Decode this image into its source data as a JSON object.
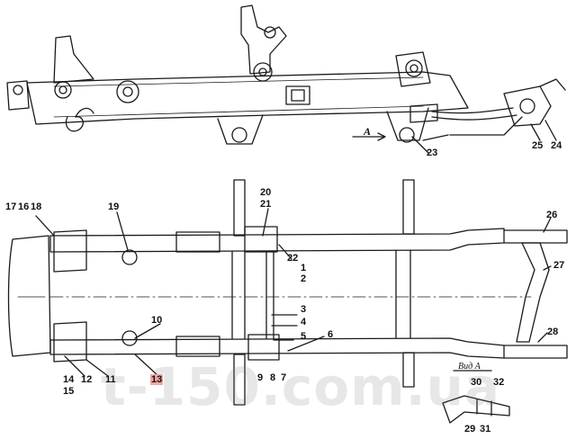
{
  "diagram": {
    "callouts": [
      {
        "id": "c23",
        "text": "23"
      },
      {
        "id": "c25",
        "text": "25"
      },
      {
        "id": "c24",
        "text": "24"
      },
      {
        "id": "c17",
        "text": "17"
      },
      {
        "id": "c16",
        "text": "16"
      },
      {
        "id": "c18",
        "text": "18"
      },
      {
        "id": "c19",
        "text": "19"
      },
      {
        "id": "c20",
        "text": "20"
      },
      {
        "id": "c21",
        "text": "21"
      },
      {
        "id": "c22",
        "text": "22"
      },
      {
        "id": "c1",
        "text": "1"
      },
      {
        "id": "c2",
        "text": "2"
      },
      {
        "id": "c3",
        "text": "3"
      },
      {
        "id": "c4",
        "text": "4"
      },
      {
        "id": "c5",
        "text": "5"
      },
      {
        "id": "c6",
        "text": "6"
      },
      {
        "id": "c10",
        "text": "10"
      },
      {
        "id": "c26",
        "text": "26"
      },
      {
        "id": "c27",
        "text": "27"
      },
      {
        "id": "c28",
        "text": "28"
      },
      {
        "id": "c14",
        "text": "14"
      },
      {
        "id": "c15",
        "text": "15"
      },
      {
        "id": "c12",
        "text": "12"
      },
      {
        "id": "c11",
        "text": "11"
      },
      {
        "id": "c13",
        "text": "13",
        "highlight": true
      },
      {
        "id": "c9",
        "text": "9"
      },
      {
        "id": "c8",
        "text": "8"
      },
      {
        "id": "c7",
        "text": "7"
      },
      {
        "id": "c30",
        "text": "30"
      },
      {
        "id": "c32",
        "text": "32"
      },
      {
        "id": "c29",
        "text": "29"
      },
      {
        "id": "c31",
        "text": "31"
      }
    ],
    "view_label": "Вид А",
    "arrow_label": "A",
    "watermark": "t-150.com.ua",
    "line_color": "#1a1a1a",
    "highlight_color": "#f4a6a6"
  }
}
